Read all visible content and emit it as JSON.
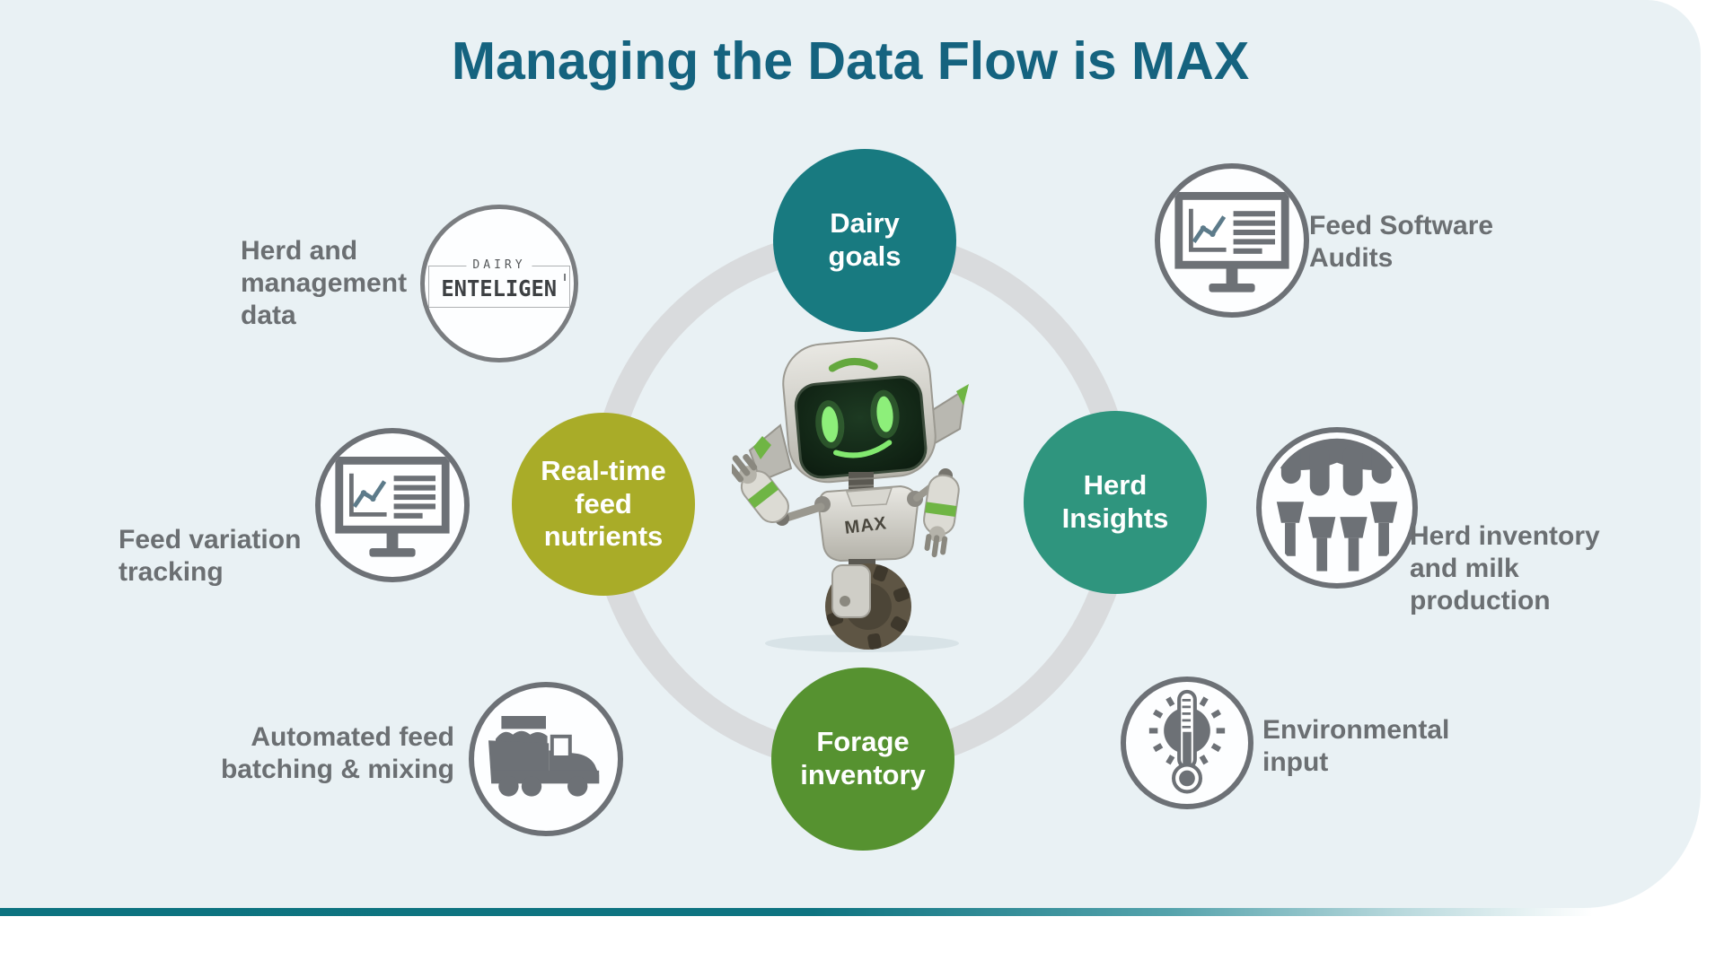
{
  "title": "Managing the Data Flow is MAX",
  "robot": {
    "name": "MAX"
  },
  "logo": {
    "top": "DAIRY",
    "main": "ENTELIGEN"
  },
  "nodes": {
    "dairy": {
      "label": "Dairy goals",
      "color": "#187a80"
    },
    "realtime": {
      "label": "Real-time feed nutrients",
      "color": "#a9ac28"
    },
    "herd": {
      "label": "Herd Insights",
      "color": "#2f957e"
    },
    "forage": {
      "label": "Forage inventory",
      "color": "#569230"
    }
  },
  "satellites": {
    "herd_management": {
      "label": "Herd and management data",
      "icon": "dairy-enteligen-logo"
    },
    "feed_variation": {
      "label": "Feed variation tracking",
      "icon": "monitor-chart-icon"
    },
    "automated_feed": {
      "label": "Automated feed batching & mixing",
      "icon": "feed-truck-icon"
    },
    "feed_software": {
      "label": "Feed Software Audits",
      "icon": "monitor-chart-icon"
    },
    "herd_inventory": {
      "label": "Herd inventory and milk production",
      "icon": "milking-cluster-icon"
    },
    "environmental": {
      "label": "Environmental input",
      "icon": "thermometer-sun-icon"
    }
  },
  "colors": {
    "background": "#ffffff",
    "panel": "#e9f1f4",
    "title": "#15637f",
    "label_gray": "#6b6f72",
    "icon_gray": "#6d7176",
    "ring": "#d9dbdd",
    "accent_bar": "#0d7380"
  }
}
